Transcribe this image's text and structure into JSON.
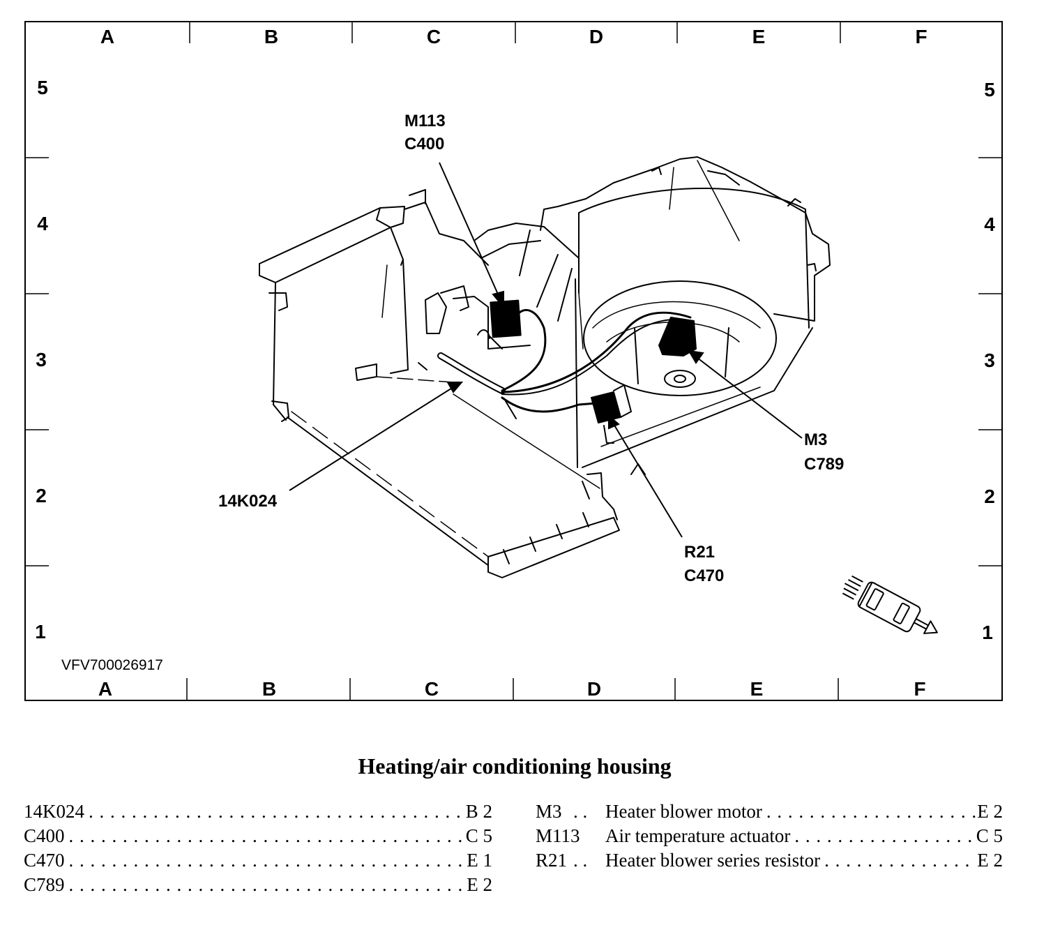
{
  "grid": {
    "columns_top": [
      "A",
      "B",
      "C",
      "D",
      "E",
      "F"
    ],
    "columns_bottom": [
      "A",
      "B",
      "C",
      "D",
      "E",
      "F"
    ],
    "rows_left": [
      "5",
      "4",
      "3",
      "2",
      "1"
    ],
    "rows_right": [
      "5",
      "4",
      "3",
      "2",
      "1"
    ]
  },
  "drawing_code": "VFV700026917",
  "callouts": [
    {
      "id": "m113",
      "lines": [
        "M113",
        "C400"
      ]
    },
    {
      "id": "m3",
      "lines": [
        "M3",
        "C789"
      ]
    },
    {
      "id": "k024",
      "lines": [
        "14K024"
      ]
    },
    {
      "id": "r21",
      "lines": [
        "R21",
        "C470"
      ]
    }
  ],
  "icons": {
    "vehicle": "vehicle-direction-icon",
    "housing": "heating-housing-drawing"
  },
  "caption": "Heating/air conditioning housing",
  "legend_left": [
    {
      "code": "14K024",
      "ref": "B 2"
    },
    {
      "code": "C400",
      "ref": "C 5"
    },
    {
      "code": "C470",
      "ref": "E 1"
    },
    {
      "code": "C789",
      "ref": "E 2"
    }
  ],
  "legend_right": [
    {
      "code": "M3",
      "sep": ". .",
      "desc": "Heater blower motor",
      "ref": "E 2"
    },
    {
      "code": "M113",
      "sep": "",
      "desc": "Air temperature actuator",
      "ref": "C 5"
    },
    {
      "code": "R21",
      "sep": ". .",
      "desc": "Heater blower series resistor",
      "ref": "E 2"
    }
  ],
  "dots": ". . . . . . . . . . . . . . . . . . . . . . . . . . . . . . . . . . . . . . . . . . . . . . . . . . . . . . . . ."
}
